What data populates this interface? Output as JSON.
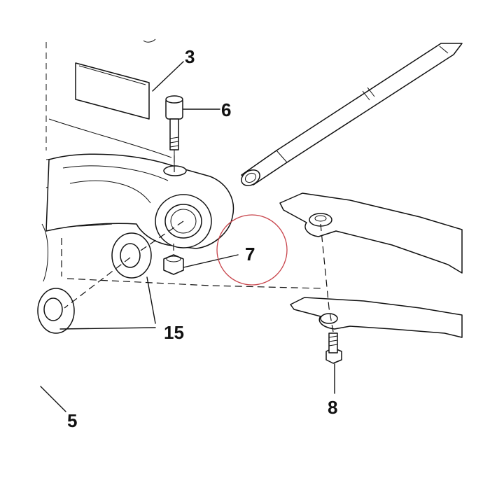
{
  "diagram": {
    "callouts": {
      "c3": "3",
      "c6": "6",
      "c7": "7",
      "c15": "15",
      "c5": "5",
      "c8": "8"
    },
    "highlight_color": "#c8444b"
  }
}
